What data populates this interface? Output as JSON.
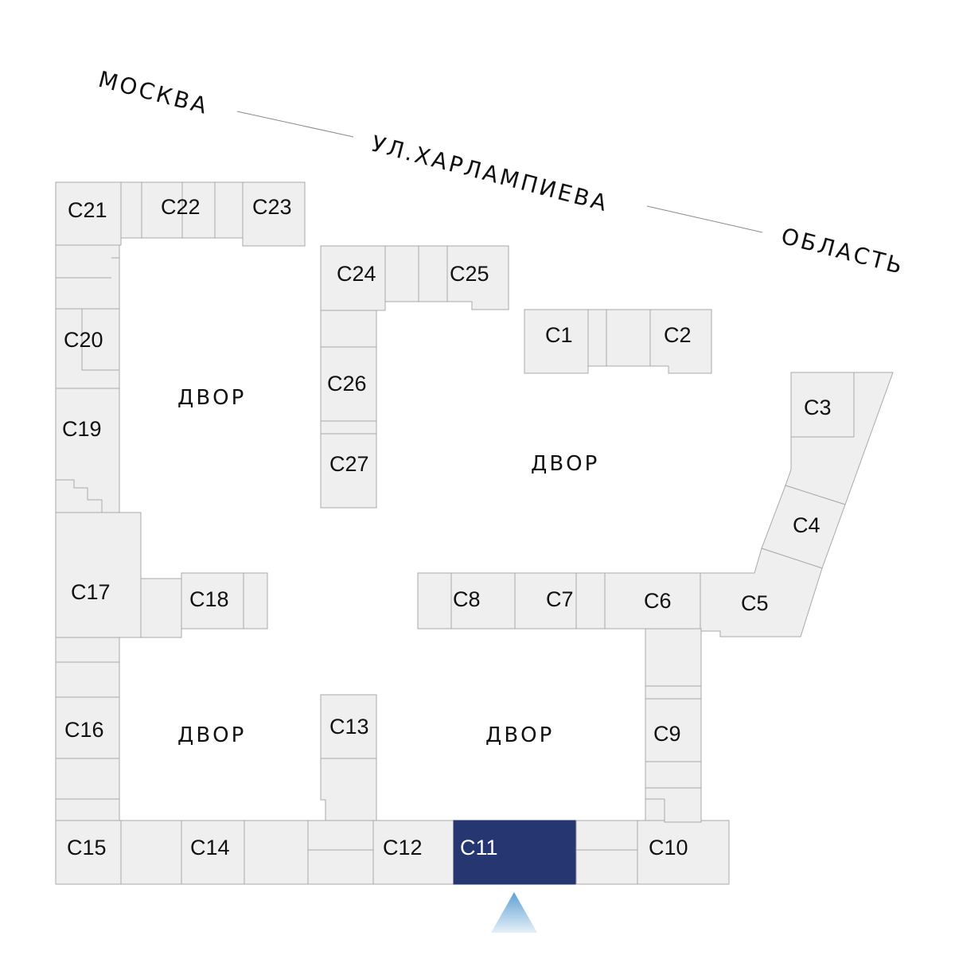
{
  "street": {
    "city": "МОСКВА",
    "name": "УЛ.ХАРЛАМПИЕВА",
    "region": "ОБЛАСТЬ"
  },
  "yards": {
    "top_left": "ДВОР",
    "top_right": "ДВОР",
    "bottom_left": "ДВОР",
    "bottom_right": "ДВОР"
  },
  "sections": {
    "c1": "С1",
    "c2": "С2",
    "c3": "С3",
    "c4": "С4",
    "c5": "С5",
    "c6": "С6",
    "c7": "С7",
    "c8": "С8",
    "c9": "С9",
    "c10": "С10",
    "c11": "С11",
    "c12": "С12",
    "c13": "С13",
    "c14": "С14",
    "c15": "С15",
    "c16": "С16",
    "c17": "С17",
    "c18": "С18",
    "c19": "С19",
    "c20": "С20",
    "c21": "С21",
    "c22": "С22",
    "c23": "С23",
    "c24": "С24",
    "c25": "С25",
    "c26": "С26",
    "c27": "С27"
  },
  "selected_section": "С11",
  "colors": {
    "selected": "#263670",
    "section_fill": "#efefef",
    "section_stroke": "#a9a9a9",
    "marker": "#7fb3d8"
  },
  "icons": {
    "marker": "entrance-arrow-icon"
  }
}
